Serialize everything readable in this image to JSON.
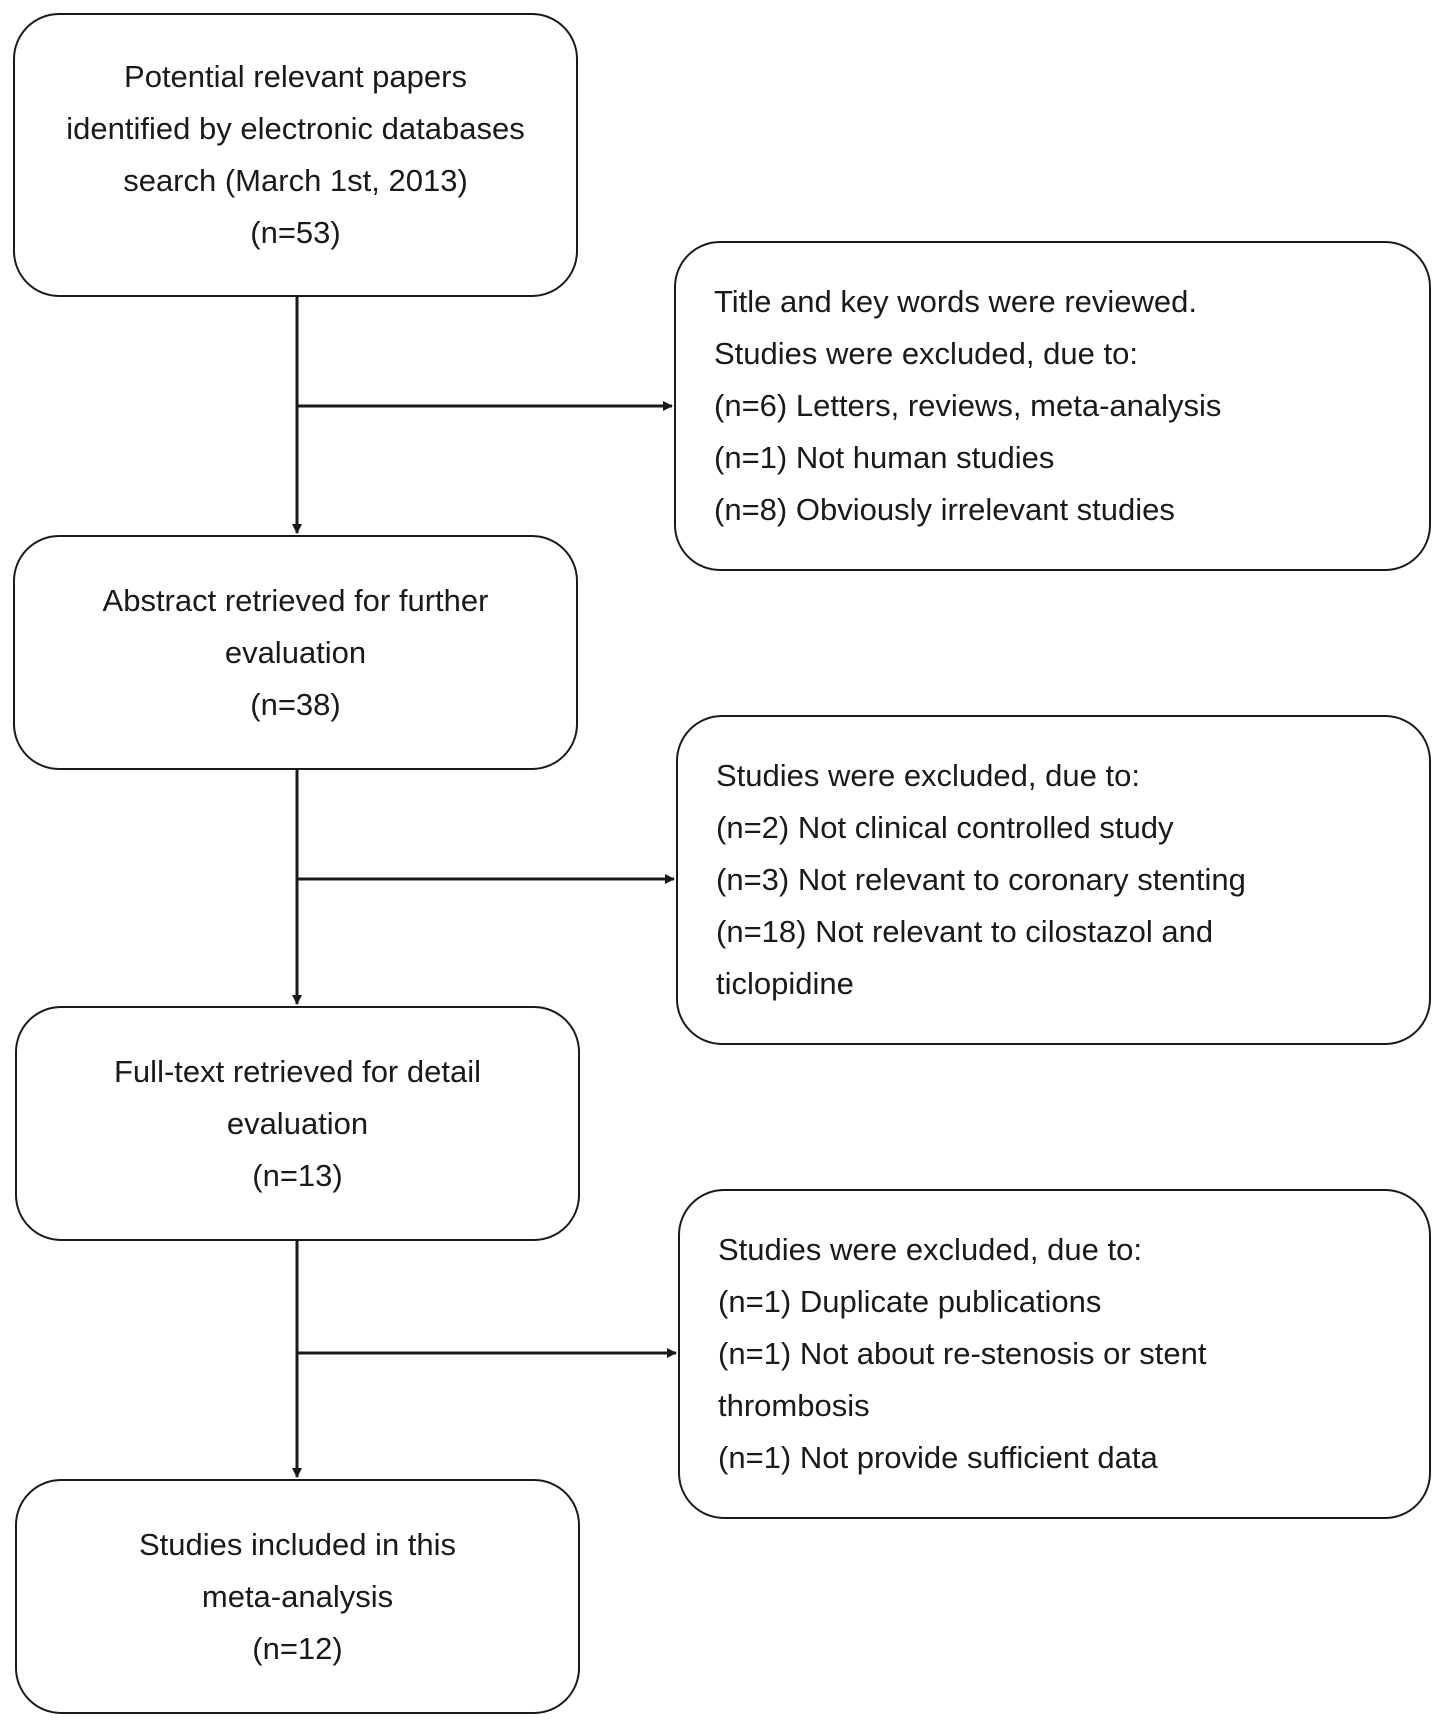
{
  "flow_boxes": [
    {
      "lines": [
        "Potential relevant papers",
        "identified by electronic databases",
        "search (March 1st, 2013)",
        "(n=53)"
      ]
    },
    {
      "lines": [
        "Abstract retrieved for further",
        "evaluation",
        "(n=38)"
      ]
    },
    {
      "lines": [
        "Full-text retrieved for detail",
        "evaluation",
        "(n=13)"
      ]
    },
    {
      "lines": [
        "Studies included in this",
        "meta-analysis",
        "(n=12)"
      ]
    }
  ],
  "exclusion_boxes": [
    {
      "lines": [
        "Title and key words were reviewed.",
        "Studies were excluded, due to:",
        "(n=6) Letters, reviews, meta-analysis",
        "(n=1) Not human studies",
        "(n=8) Obviously irrelevant studies"
      ]
    },
    {
      "lines": [
        "Studies were excluded, due to:",
        "(n=2) Not clinical controlled study",
        "(n=3) Not relevant to coronary stenting",
        "(n=18) Not relevant to cilostazol and",
        "ticlopidine"
      ]
    },
    {
      "lines": [
        "Studies were excluded, due to:",
        "(n=1) Duplicate publications",
        "(n=1) Not about re-stenosis or stent",
        "thrombosis",
        "(n=1) Not provide sufficient data"
      ]
    }
  ],
  "colors": {
    "stroke": "#1a1a1a",
    "background": "#ffffff",
    "text": "#1a1a1a"
  }
}
